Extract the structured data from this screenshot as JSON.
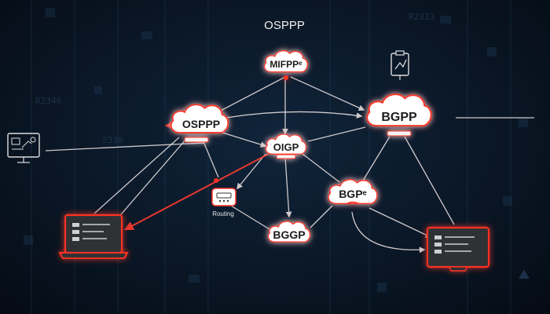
{
  "title": "OSPPP",
  "nodes": {
    "top": "MIFPPᵉ",
    "left": "OSPPP",
    "center": "OIGP",
    "right": "BGPP",
    "mid_right": "BGPᵉ",
    "bottom": "BGGP"
  },
  "router_label": "Routing",
  "colors": {
    "accent": "#ff3024",
    "link": "#f1e9e9",
    "background": "#0a1726"
  },
  "icons": [
    "router-icon",
    "laptop-icon",
    "monitor-icon",
    "clipboard-icon"
  ]
}
